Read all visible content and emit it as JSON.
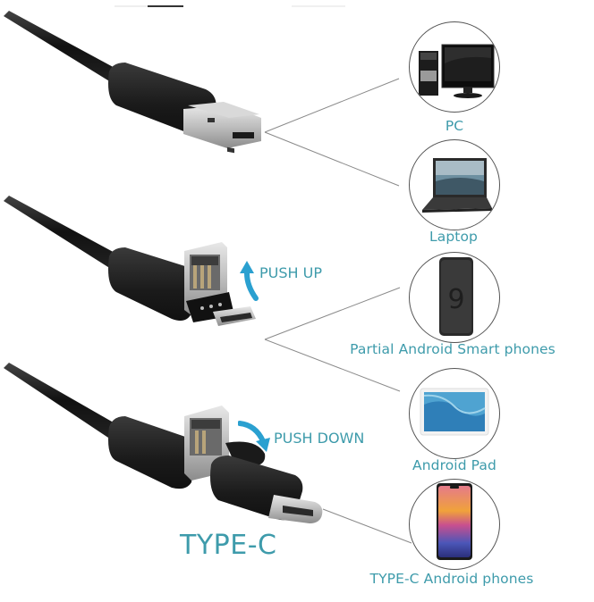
{
  "illustration": {
    "subject": "USB / Micro-USB / Type-C OTG cable compatibility",
    "text_color": "#3e9bab",
    "arrow_color": "#2aa0d0",
    "connector_rows": [
      {
        "id": "usb",
        "arrow": null,
        "caption": null
      },
      {
        "id": "micro-usb",
        "arrow": "push-up-arrow",
        "caption": "PUSH UP"
      },
      {
        "id": "type-c",
        "arrow": "push-down-arrow",
        "caption": "PUSH DOWN",
        "title": "TYPE-C"
      }
    ],
    "devices": [
      {
        "name": "pc",
        "label": "PC"
      },
      {
        "name": "laptop",
        "label": "Laptop"
      },
      {
        "name": "partial-android-phone",
        "label": "Partial Android Smart phones"
      },
      {
        "name": "android-pad",
        "label": "Android Pad"
      },
      {
        "name": "type-c-android-phone",
        "label": "TYPE-C Android phones"
      }
    ]
  }
}
